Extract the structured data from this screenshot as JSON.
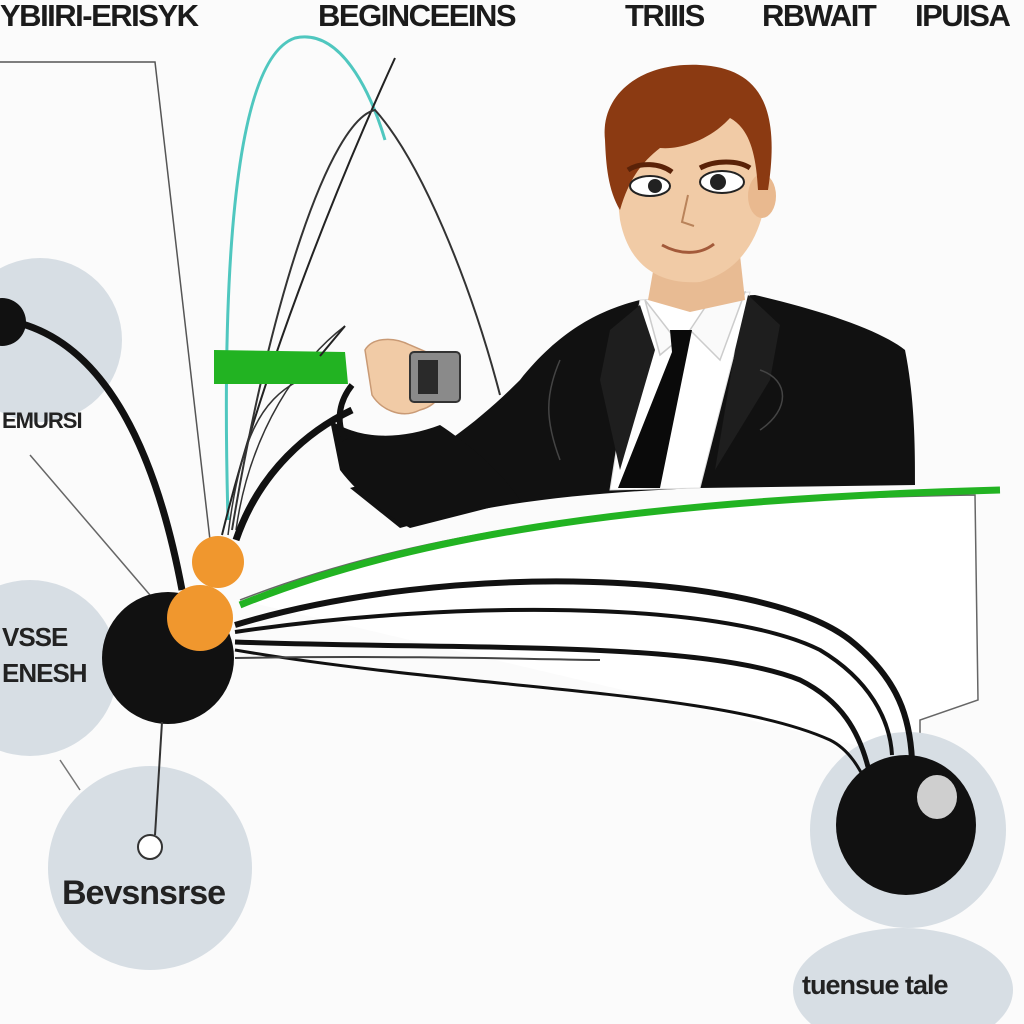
{
  "title": {
    "part1": "YBIIRI-ERISYK",
    "part2": "BEGINCEEINS",
    "part3": "TRIIIS",
    "part4": "RBWAIT",
    "part5": "IPUISA"
  },
  "nodes": {
    "left_top_label": "EMURSI",
    "left_mid_label_line1": "VSSE",
    "left_mid_label_line2": "ENESH",
    "bottom_left_label": "Bevsnsrse",
    "bottom_right_label": "tuensue tale"
  },
  "colors": {
    "suit": "#111111",
    "hair": "#8b3a12",
    "skin": "#f1cba6",
    "accent_green": "#22b322",
    "accent_orange": "#f0972e",
    "bubble": "#d7dee4",
    "teal_line": "#4fc7bf"
  }
}
